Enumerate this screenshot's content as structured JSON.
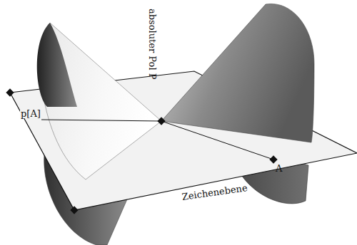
{
  "diagram": {
    "labels": [
      "absoluter Pol P",
      "p[A]",
      "A",
      "Zeichenebene"
    ]
  }
}
